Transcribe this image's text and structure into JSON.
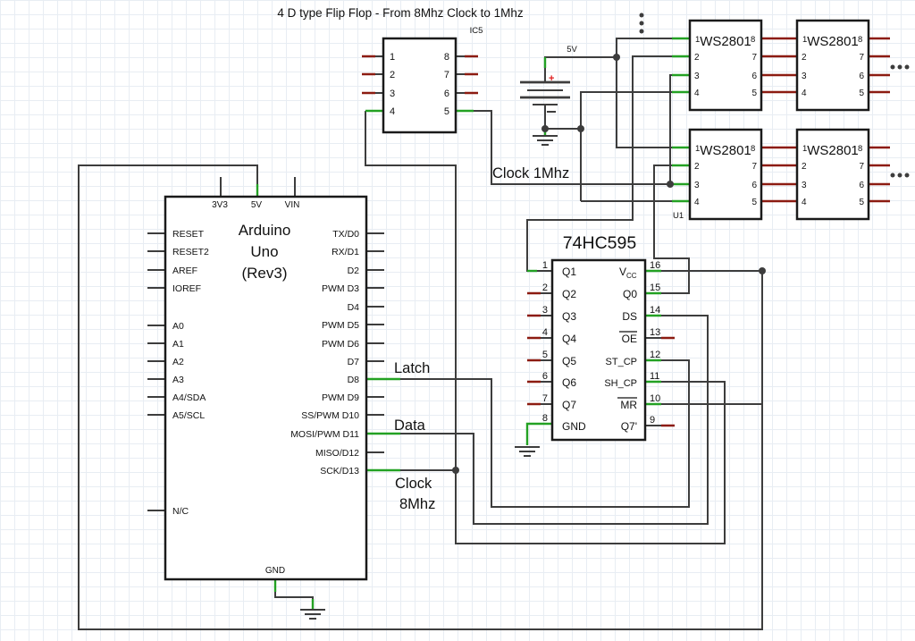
{
  "title": "4 D type Flip Flop - From 8Mhz Clock to 1Mhz",
  "colors": {
    "canvas": "#ffffff",
    "grid": "#e8edf3",
    "wire": "#3d3d3d",
    "unconnected_pin": "#8c1b11",
    "connected_pin": "#23a123",
    "junction": "#3d3d3d",
    "chip_border": "#1a1a1a",
    "text": "#111111",
    "plus": "#e02020"
  },
  "net_labels": {
    "latch": "Latch",
    "data": "Data",
    "clock8_line1": "Clock",
    "clock8_line2": "8Mhz",
    "clock1": "Clock 1Mhz",
    "supply": "5V",
    "plus": "+",
    "ellipsis_h": "...",
    "ellipsis_v": "⋮"
  },
  "arduino": {
    "name_line1": "Arduino",
    "name_line2": "Uno",
    "name_line3": "(Rev3)",
    "top_pins": [
      "3V3",
      "5V",
      "VIN"
    ],
    "left_pins": [
      "RESET",
      "RESET2",
      "AREF",
      "IOREF",
      "A0",
      "A1",
      "A2",
      "A3",
      "A4/SDA",
      "A5/SCL",
      "N/C"
    ],
    "right_pins": [
      "TX/D0",
      "RX/D1",
      "D2",
      "PWM D3",
      "D4",
      "PWM D5",
      "PWM D6",
      "D7",
      "D8",
      "PWM D9",
      "SS/PWM D10",
      "MOSI/PWM D11",
      "MISO/D12",
      "SCK/D13"
    ],
    "bottom_pin": "GND"
  },
  "ic5": {
    "ref": "IC5",
    "left_pins": [
      "1",
      "2",
      "3",
      "4"
    ],
    "right_pins": [
      "8",
      "7",
      "6",
      "5"
    ]
  },
  "hc595": {
    "name": "74HC595",
    "left_pins": [
      {
        "num": "1",
        "label": "Q1"
      },
      {
        "num": "2",
        "label": "Q2"
      },
      {
        "num": "3",
        "label": "Q3"
      },
      {
        "num": "4",
        "label": "Q4"
      },
      {
        "num": "5",
        "label": "Q5"
      },
      {
        "num": "6",
        "label": "Q6"
      },
      {
        "num": "7",
        "label": "Q7"
      },
      {
        "num": "8",
        "label": "GND"
      }
    ],
    "right_pins": [
      {
        "num": "16",
        "label_main": "V",
        "label_sub": "CC"
      },
      {
        "num": "15",
        "label": "Q0"
      },
      {
        "num": "14",
        "label": "DS"
      },
      {
        "num": "13",
        "label": "OE"
      },
      {
        "num": "12",
        "label": "ST_CP"
      },
      {
        "num": "11",
        "label": "SH_CP"
      },
      {
        "num": "10",
        "label": "MR"
      },
      {
        "num": "9",
        "label": "Q7'"
      }
    ]
  },
  "ws2801": {
    "name": "WS2801",
    "ref": "U1",
    "pin1": "1",
    "pin8": "8",
    "left_pins": [
      "2",
      "3",
      "4"
    ],
    "right_pins": [
      "7",
      "6",
      "5"
    ]
  }
}
